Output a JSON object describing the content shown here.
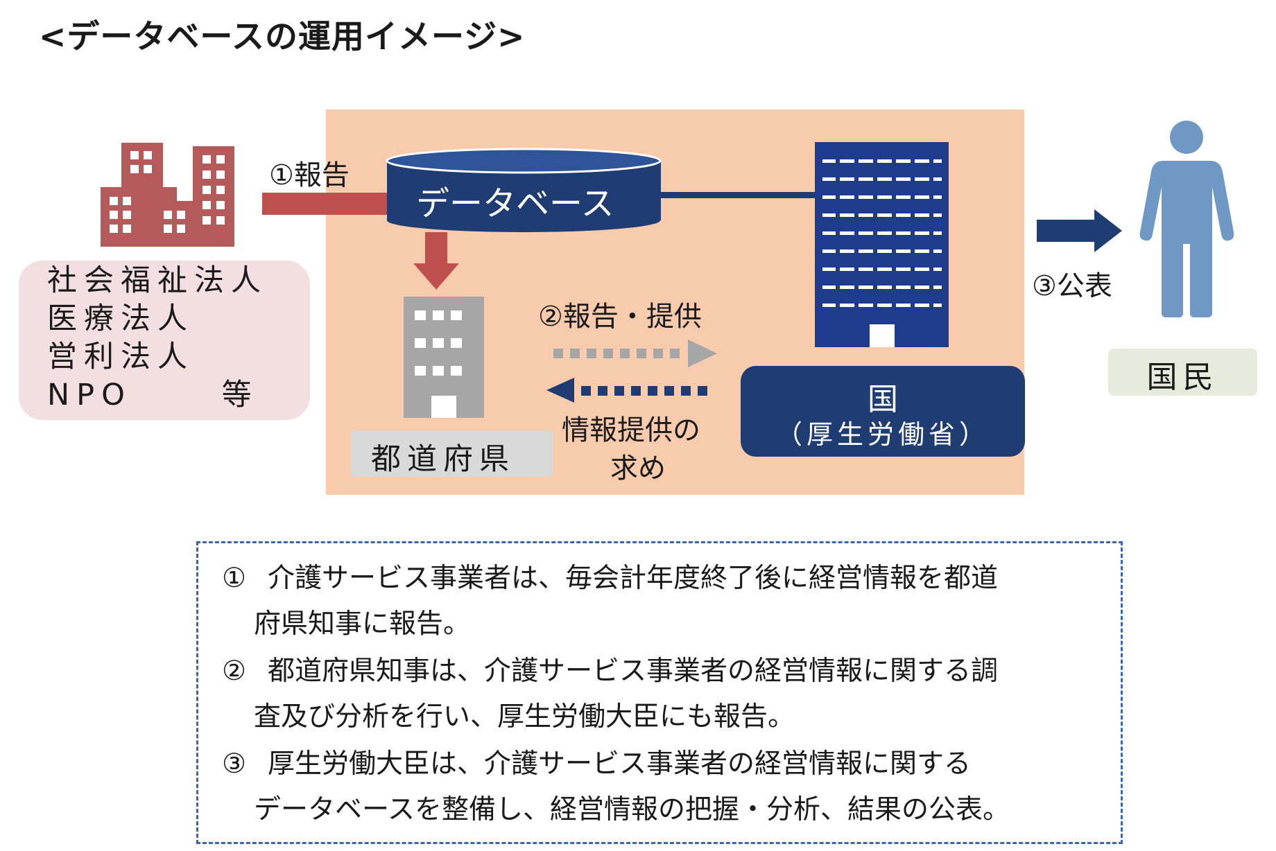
{
  "title": "<データベースの運用イメージ>",
  "flow": {
    "step1": "①報告",
    "step2": "②報告・提供",
    "request_line1": "情報提供の",
    "request_line2": "求め",
    "step3": "③公表"
  },
  "database": {
    "label": "データベース"
  },
  "prefecture": {
    "label": "都道府県"
  },
  "national": {
    "name": "国",
    "ministry": "（厚生労働省）"
  },
  "corporations": {
    "items": [
      "社会福祉法人",
      "医療法人",
      "営利法人",
      "NPO　　 等"
    ]
  },
  "citizen": {
    "label": "国民"
  },
  "notes": [
    {
      "num": "①",
      "line1": "介護サービス事業者は、毎会計年度終了後に経営情報を都道",
      "line2": "府県知事に報告。"
    },
    {
      "num": "②",
      "line1": "都道府県知事は、介護サービス事業者の経営情報に関する調",
      "line2": "査及び分析を行い、厚生労働大臣にも報告。"
    },
    {
      "num": "③",
      "line1": "厚生労働大臣は、介護サービス事業者の経営情報に関する",
      "line2": "データベースを整備し、経営情報の把握・分析、結果の公表。"
    }
  ],
  "colors": {
    "background_panel": "#f8cbad",
    "database": "#1f3c73",
    "red_arrow": "#c0504d",
    "buildings_red": "#b55a5b",
    "ministry_building": "#1f3c8c",
    "person": "#6f99c4",
    "grey_arrow": "#a6a6a6",
    "note_border": "#3a64b4"
  }
}
